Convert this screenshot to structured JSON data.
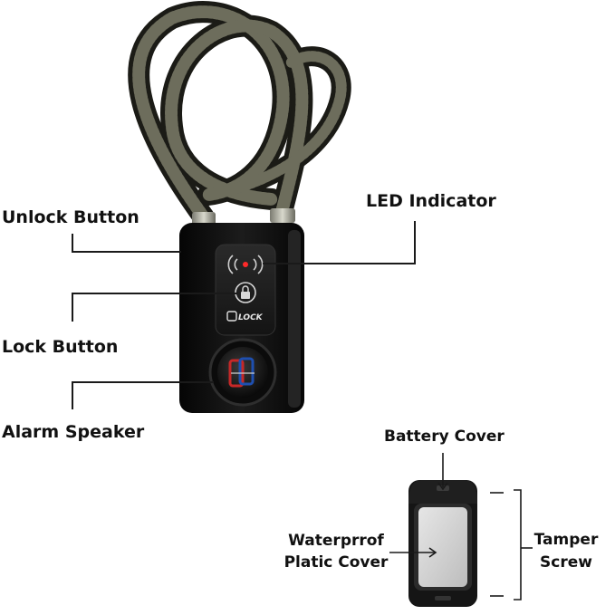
{
  "labels": {
    "unlock_button": "Unlock Button",
    "led_indicator": "LED Indicator",
    "lock_button": "Lock Button",
    "alarm_speaker": "Alarm Speaker",
    "battery_cover": "Battery Cover",
    "waterproof_cover_line1": "Waterprrof",
    "waterproof_cover_line2": "Platic Cover",
    "tamper_screw_line1": "Tamper",
    "tamper_screw_line2": "Screw"
  },
  "device": {
    "logo_text": "LOCK",
    "body_color": "#111111",
    "cable_color": "#3a3a30",
    "leader_line_color": "#1a1a1a"
  }
}
